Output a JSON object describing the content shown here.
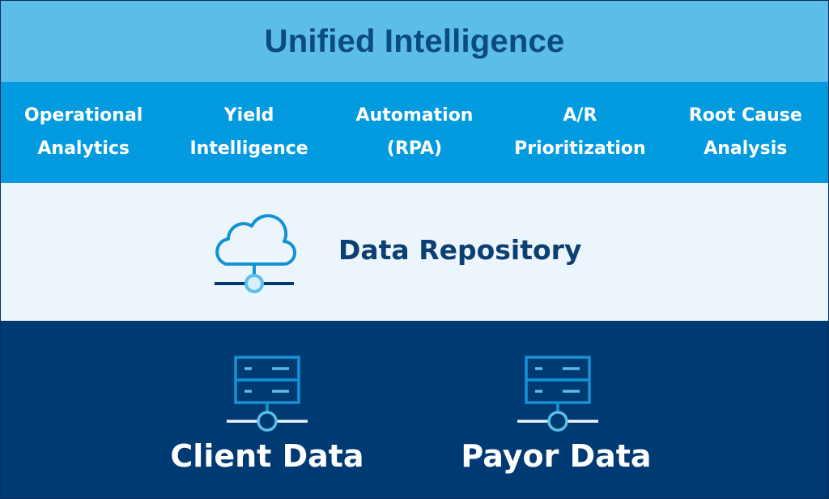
{
  "header": {
    "title": "Unified Intelligence"
  },
  "capabilities": [
    {
      "label": "Operational\nAnalytics"
    },
    {
      "label": "Yield\nIntelligence"
    },
    {
      "label": "Automation\n(RPA)"
    },
    {
      "label": "A/R\nPrioritization"
    },
    {
      "label": "Root Cause\nAnalysis"
    }
  ],
  "repository": {
    "label": "Data Repository",
    "icon": "cloud-network-icon"
  },
  "sources": [
    {
      "label": "Client Data",
      "icon": "server-network-icon"
    },
    {
      "label": "Payor Data",
      "icon": "server-network-icon"
    }
  ],
  "colors": {
    "top_band": "#5bbde8",
    "capability_band": "#039be0",
    "repository_band": "#edf5fc",
    "sources_band": "#003a73",
    "title_text": "#0a4b85",
    "repository_text": "#0c3f72",
    "icon_stroke": "#1592d3",
    "icon_light": "#5bbde8",
    "icon_node_fill": "#d9eefb"
  }
}
